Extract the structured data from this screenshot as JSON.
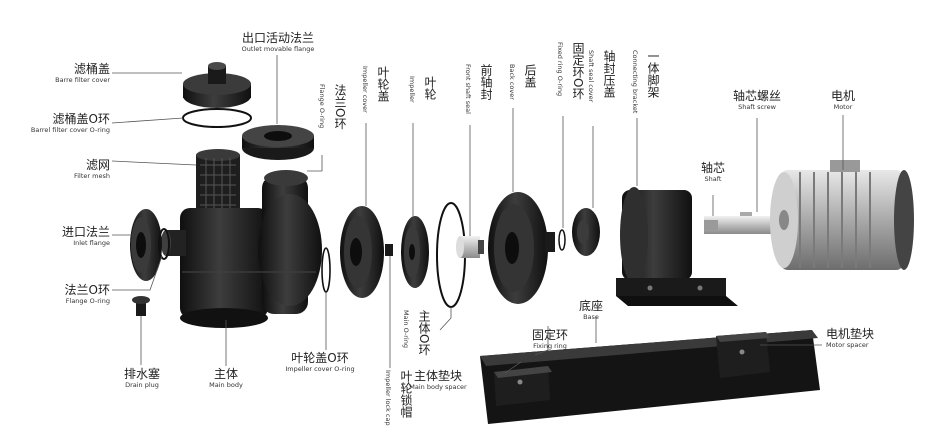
{
  "labels": {
    "barrel_filter_cover": {
      "zh": "滤桶盖",
      "en": "Barre filter cover"
    },
    "barrel_filter_cover_oring": {
      "zh": "滤桶盖O环",
      "en": "Barrel filter cover O-ring"
    },
    "filter_mesh": {
      "zh": "滤网",
      "en": "Filter mesh"
    },
    "inlet_flange": {
      "zh": "进口法兰",
      "en": "Inlet flange"
    },
    "flange_oring": {
      "zh": "法兰O环",
      "en": "Flange O-ring"
    },
    "drain_plug": {
      "zh": "排水塞",
      "en": "Drain plug"
    },
    "main_body": {
      "zh": "主体",
      "en": "Main body"
    },
    "outlet_movable_flange": {
      "zh": "出口活动法兰",
      "en": "Outlet movable flange"
    },
    "flange_oring_2": {
      "zh": "法兰O环",
      "en": "Flange O-ring"
    },
    "impeller_cover": {
      "zh": "叶轮盖",
      "en": "Impeller cover"
    },
    "impeller": {
      "zh": "叶轮",
      "en": "Impeller"
    },
    "front_shaft_seal": {
      "zh": "前轴封",
      "en": "Front shaft seal"
    },
    "back_cover": {
      "zh": "后盖",
      "en": "Back cover"
    },
    "fixed_oring": {
      "zh": "固定环O环",
      "en": "Fixed ring O-ring"
    },
    "shaft_seal_cover": {
      "zh": "轴封压盖",
      "en": "Shaft seal cover"
    },
    "connecting_bracket": {
      "zh": "一体脚架",
      "en": "Connecting bracket"
    },
    "shaft_screw": {
      "zh": "轴芯螺丝",
      "en": "Shaft screw"
    },
    "motor": {
      "zh": "电机",
      "en": "Motor"
    },
    "shaft": {
      "zh": "轴芯",
      "en": "Shaft"
    },
    "impeller_cover_oring": {
      "zh": "叶轮盖O环",
      "en": "Impeller cover O-ring"
    },
    "impeller_lock_cap": {
      "zh": "叶轮锁帽",
      "en": "Impeller lock cap"
    },
    "main_oring": {
      "zh": "主体O环",
      "en": "Main O-ring"
    },
    "main_body_spacer": {
      "zh": "主体垫块",
      "en": "Main body spacer"
    },
    "fixing_ring": {
      "zh": "固定环",
      "en": "Fixing ring"
    },
    "base": {
      "zh": "底座",
      "en": "Base"
    },
    "motor_spacer": {
      "zh": "电机垫块",
      "en": "Motor spacer"
    }
  },
  "colors": {
    "part": "#1c1c1c",
    "part_highlight": "#4a4a4a",
    "leader": "#555555",
    "metal": "#c9c9c9"
  }
}
